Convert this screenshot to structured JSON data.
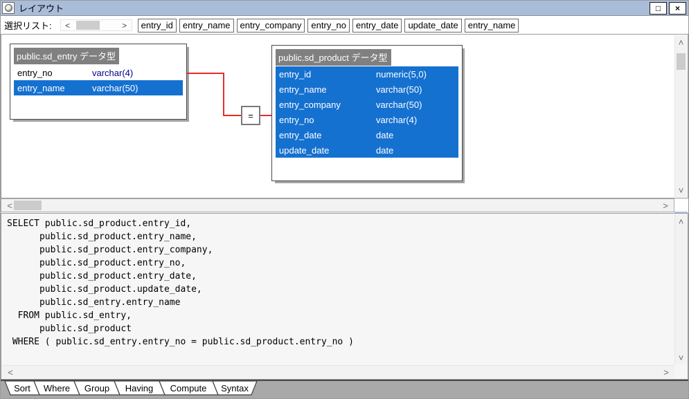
{
  "window": {
    "title": "レイアウト"
  },
  "icons": {
    "maximize": "□",
    "close": "×",
    "chevron_left": "˂",
    "chevron_right": "˃",
    "chevron_up": "˄",
    "chevron_down": "˅"
  },
  "select_list": {
    "label": "選択リスト:",
    "fields": [
      "entry_id",
      "entry_name",
      "entry_company",
      "entry_no",
      "entry_date",
      "update_date",
      "entry_name"
    ]
  },
  "diagram": {
    "tables": [
      {
        "title": "public.sd_entry データ型",
        "columns": [
          {
            "name": "entry_no",
            "type": "varchar(4)",
            "selected": false
          },
          {
            "name": "entry_name",
            "type": "varchar(50)",
            "selected": true
          }
        ]
      },
      {
        "title": "public.sd_product データ型",
        "columns": [
          {
            "name": "entry_id",
            "type": "numeric(5,0)",
            "selected": true
          },
          {
            "name": "entry_name",
            "type": "varchar(50)",
            "selected": true
          },
          {
            "name": "entry_company",
            "type": "varchar(50)",
            "selected": true
          },
          {
            "name": "entry_no",
            "type": "varchar(4)",
            "selected": true
          },
          {
            "name": "entry_date",
            "type": "date",
            "selected": true
          },
          {
            "name": "update_date",
            "type": "date",
            "selected": true
          }
        ]
      }
    ],
    "join": {
      "operator": "="
    }
  },
  "sql": {
    "lines": [
      "SELECT public.sd_product.entry_id,",
      "      public.sd_product.entry_name,",
      "      public.sd_product.entry_company,",
      "      public.sd_product.entry_no,",
      "      public.sd_product.entry_date,",
      "      public.sd_product.update_date,",
      "      public.sd_entry.entry_name",
      "  FROM public.sd_entry,",
      "      public.sd_product",
      " WHERE ( public.sd_entry.entry_no = public.sd_product.entry_no )"
    ]
  },
  "tabs": [
    {
      "label": "Sort"
    },
    {
      "label": "Where"
    },
    {
      "label": "Group"
    },
    {
      "label": "Having"
    },
    {
      "label": "Compute"
    },
    {
      "label": "Syntax",
      "active": true
    }
  ],
  "colors": {
    "titlebar": "#a9bdd9",
    "selected_row": "#1571d0",
    "header_gray": "#808080",
    "join_line": "#e92a2a",
    "type_text": "#000089",
    "corner_handle": "#a9c3e0"
  }
}
